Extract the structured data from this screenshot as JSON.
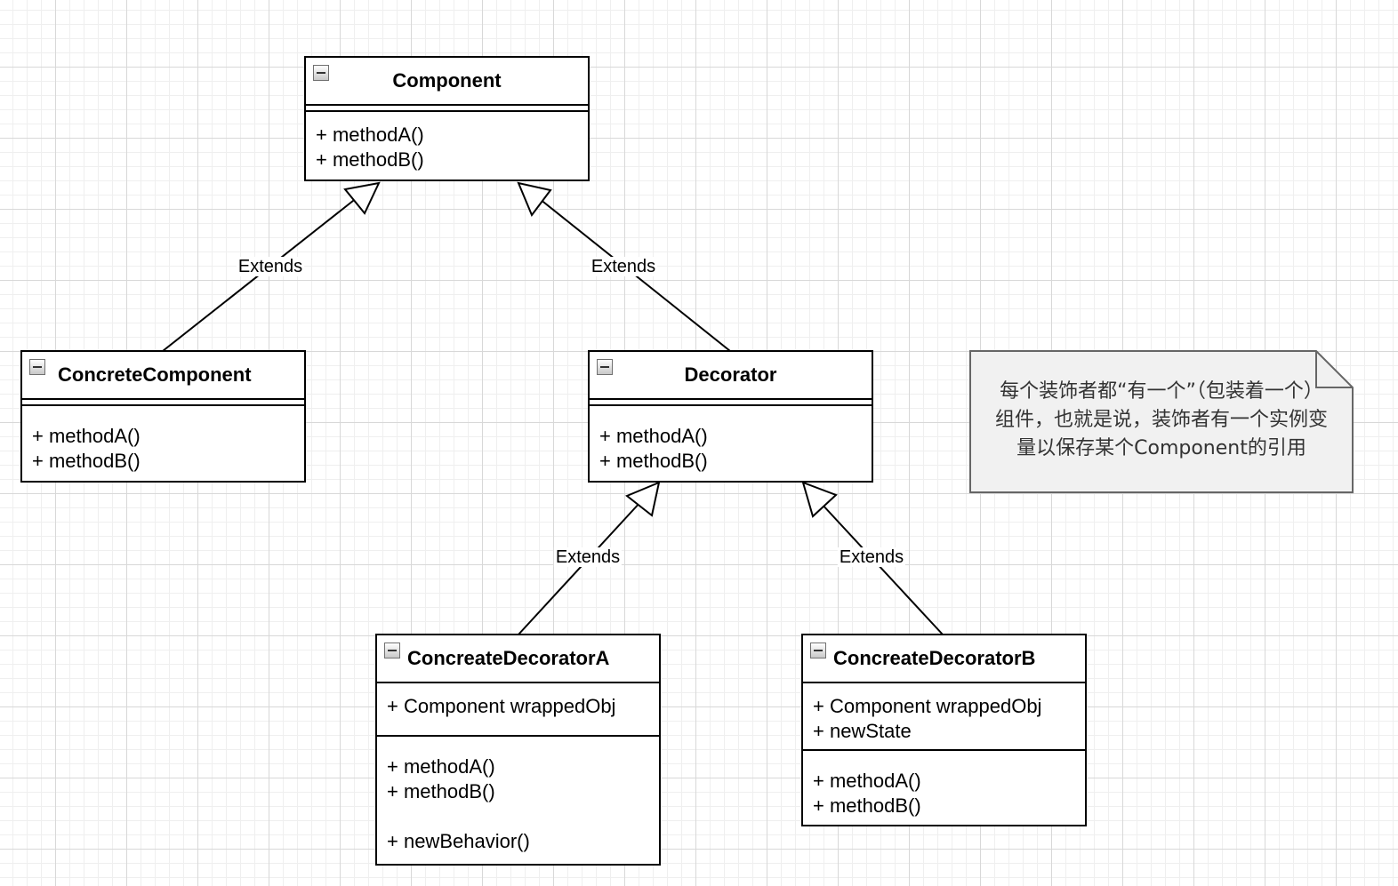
{
  "classes": {
    "component": {
      "name": "Component",
      "attributes": [],
      "methods": [
        "+ methodA()",
        "+ methodB()"
      ]
    },
    "concrete_component": {
      "name": "ConcreteComponent",
      "attributes": [],
      "methods": [
        "+ methodA()",
        "+ methodB()"
      ]
    },
    "decorator": {
      "name": "Decorator",
      "attributes": [],
      "methods": [
        "+ methodA()",
        "+ methodB()"
      ]
    },
    "decorator_a": {
      "name": "ConcreateDecoratorA",
      "attributes": [
        "+ Component wrappedObj"
      ],
      "methods": [
        "+ methodA()",
        "+ methodB()",
        "",
        "+ newBehavior()"
      ]
    },
    "decorator_b": {
      "name": "ConcreateDecoratorB",
      "attributes": [
        "+ Component wrappedObj",
        "+ newState"
      ],
      "methods": [
        "+ methodA()",
        "+ methodB()"
      ]
    }
  },
  "relations": [
    {
      "type": "extends",
      "label": "Extends",
      "from": "ConcreteComponent",
      "to": "Component"
    },
    {
      "type": "extends",
      "label": "Extends",
      "from": "Decorator",
      "to": "Component"
    },
    {
      "type": "extends",
      "label": "Extends",
      "from": "ConcreateDecoratorA",
      "to": "Decorator"
    },
    {
      "type": "extends",
      "label": "Extends",
      "from": "ConcreateDecoratorB",
      "to": "Decorator"
    }
  ],
  "note": {
    "lines": [
      "每个装饰者都“有一个”（包装着一个）",
      "组件，也就是说，装饰者有一个实例变",
      "量以保存某个Component的引用"
    ]
  },
  "colors": {
    "note_fill": "#f1f1f1",
    "note_stroke": "#666666",
    "note_text": "#333333"
  }
}
